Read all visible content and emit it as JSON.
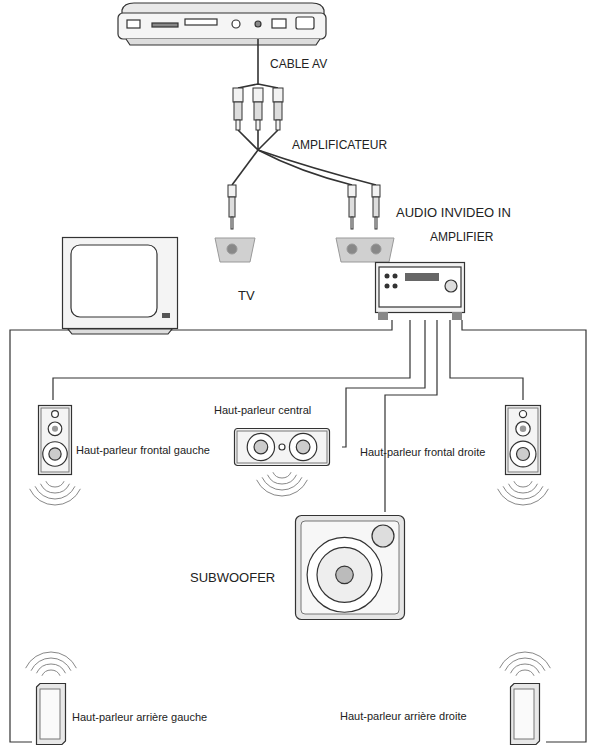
{
  "diagram": {
    "nodes": [
      {
        "text": [
          "TV"
        ]
      },
      {
        "text": [
          "AMPLIFIER"
        ]
      },
      {
        "text": [
          "Haut-parleur central"
        ]
      },
      {
        "text": [
          "Haut-parleur frontal gauche"
        ]
      },
      {
        "text": [
          "Haut-parleur frontal droite"
        ]
      },
      {
        "text": [
          "SUBWOOFER"
        ]
      },
      {
        "text": [
          "Haut-parleur arrière gauche"
        ]
      },
      {
        "text": [
          "Haut-parleur arrière droite"
        ]
      }
    ],
    "edges": [
      {
        "from": 1,
        "to": 2,
        "arrow": "none"
      },
      {
        "from": 1,
        "to": 3,
        "arrow": "none"
      },
      {
        "from": 1,
        "to": 4,
        "arrow": "none"
      },
      {
        "from": 1,
        "to": 5,
        "arrow": "none"
      },
      {
        "from": 1,
        "to": 6,
        "arrow": "none"
      },
      {
        "from": 1,
        "to": 7,
        "arrow": "none"
      }
    ],
    "labels": [
      "CABLE AV",
      "AMPLIFICATEUR",
      "AUDIO INVIDEO IN"
    ]
  }
}
